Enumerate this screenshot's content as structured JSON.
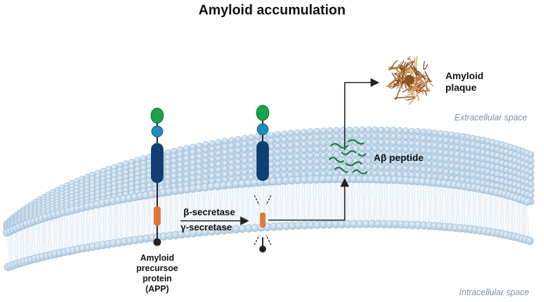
{
  "title": "Amyloid accumulation",
  "labels": {
    "amyloid_plaque": [
      "Amyloid",
      "plaque"
    ],
    "extracellular": "Extracellular space",
    "intracellular": "Intracellular space",
    "abeta": "Aβ peptide",
    "secretase_beta": "β-secretase",
    "secretase_gamma": "γ-secretase",
    "app": [
      "Amyloid",
      "precursoe",
      "protein",
      "(APP)"
    ]
  },
  "colors": {
    "membrane_fill": "#d6e6f2",
    "lipid_head": "#c3d8ea",
    "lipid_outline": "#9fbdd6",
    "domain_green": "#1aa34a",
    "domain_teal": "#1f8cc4",
    "domain_navy": "#0f3f73",
    "domain_orange": "#e2773a",
    "peptide_green": "#1e7a3a",
    "plaque_brown": "#a0612a"
  }
}
